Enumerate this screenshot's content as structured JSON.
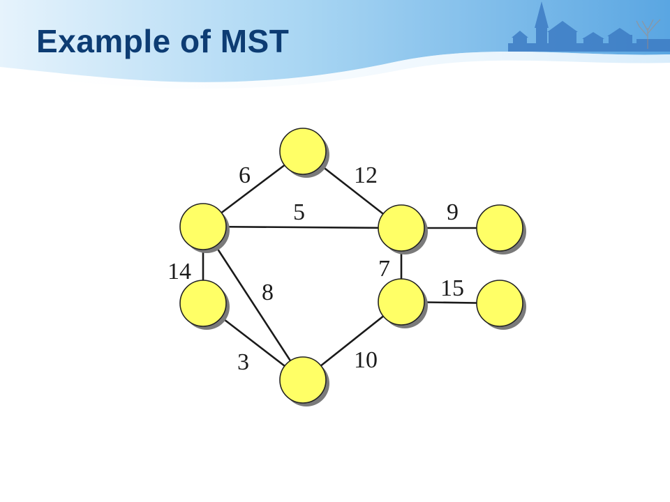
{
  "title": "Example of MST",
  "colors": {
    "title": "#0d3c73",
    "node_fill": "#ffff66",
    "edge": "#1a1a1a",
    "header_light": "#dcefff",
    "header_mid": "#8cc8f0",
    "header_dark": "#4a90d9"
  },
  "graph": {
    "nodes": [
      {
        "id": "top"
      },
      {
        "id": "left-upper"
      },
      {
        "id": "right-upper"
      },
      {
        "id": "far-right-upper"
      },
      {
        "id": "left-lower"
      },
      {
        "id": "right-lower"
      },
      {
        "id": "far-right-lower"
      },
      {
        "id": "bottom"
      }
    ],
    "edges": [
      {
        "from": "left-upper",
        "to": "top",
        "weight": "6"
      },
      {
        "from": "top",
        "to": "right-upper",
        "weight": "12"
      },
      {
        "from": "left-upper",
        "to": "right-upper",
        "weight": "5"
      },
      {
        "from": "right-upper",
        "to": "far-right-upper",
        "weight": "9"
      },
      {
        "from": "left-upper",
        "to": "left-lower",
        "weight": "14"
      },
      {
        "from": "left-upper",
        "to": "bottom",
        "weight": "8"
      },
      {
        "from": "right-upper",
        "to": "right-lower",
        "weight": "7"
      },
      {
        "from": "right-lower",
        "to": "far-right-lower",
        "weight": "15"
      },
      {
        "from": "left-lower",
        "to": "bottom",
        "weight": "3"
      },
      {
        "from": "bottom",
        "to": "right-lower",
        "weight": "10"
      }
    ]
  }
}
